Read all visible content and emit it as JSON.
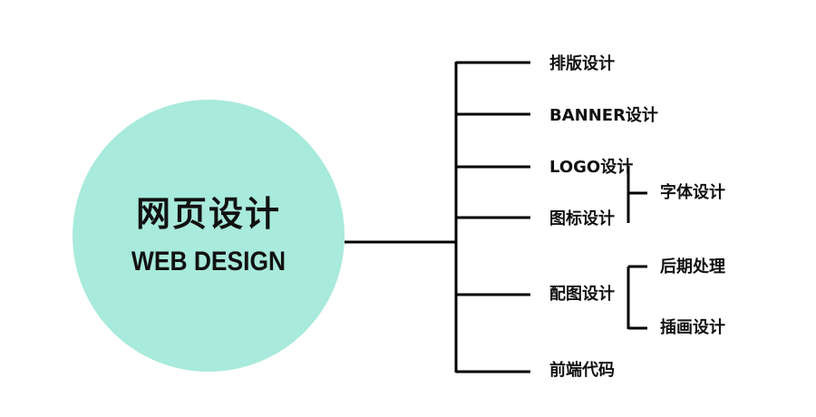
{
  "center": {
    "title": "网页设计",
    "subtitle": "WEB DESIGN"
  },
  "branches": [
    {
      "label": "排版设计"
    },
    {
      "label": "BANNER设计"
    },
    {
      "label": "LOGO设计"
    },
    {
      "label": "图标设计"
    },
    {
      "label": "配图设计"
    },
    {
      "label": "前端代码"
    }
  ],
  "sub_branches": [
    {
      "label": "字体设计",
      "parents": [
        "LOGO设计",
        "图标设计"
      ]
    },
    {
      "label": "后期处理",
      "parents": [
        "配图设计"
      ]
    },
    {
      "label": "插画设计",
      "parents": [
        "配图设计"
      ]
    }
  ],
  "colors": {
    "circle_fill": "#a8eadb",
    "line": "#000000",
    "text": "#111111"
  }
}
